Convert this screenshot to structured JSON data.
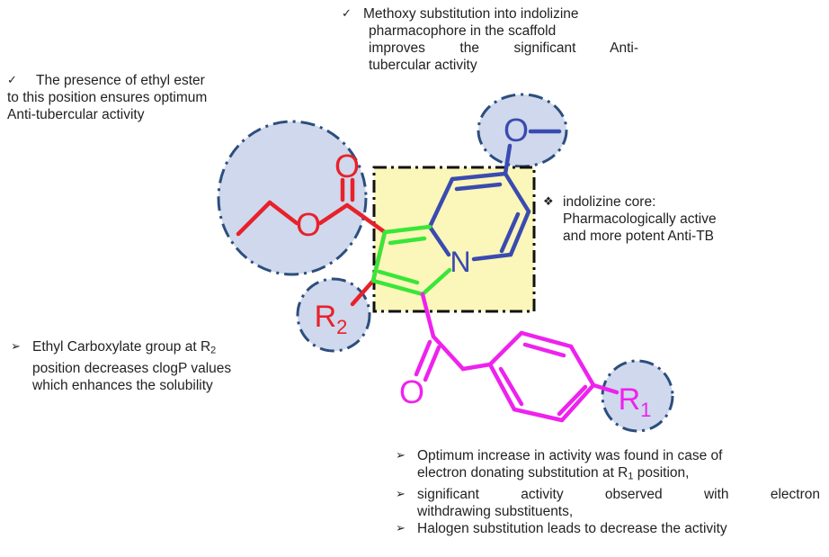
{
  "notes": {
    "methoxy": {
      "bullet_icon": "check-mark-icon",
      "line1": "Methoxy substitution into indolizine",
      "line2": "pharmacophore in the scaffold",
      "line3": "improves the significant Anti-",
      "line4": "tubercular activity"
    },
    "ester": {
      "bullet_icon": "check-mark-icon",
      "line1": "The presence of ethyl ester",
      "line2": "to this position ensures optimum",
      "line3": "Anti-tubercular activity"
    },
    "core": {
      "bullet_icon": "diamond-bullet-icon",
      "line1": "indolizine core:",
      "line2": "Pharmacologically active",
      "line3": "and more potent Anti-TB"
    },
    "r2": {
      "bullet_icon": "arrowhead-bullet-icon",
      "line1_prefix": "Ethyl Carboxylate group at R",
      "line1_sub": "2",
      "line2": "position decreases clogP values",
      "line3": "which enhances the solubility"
    },
    "r1": {
      "bullet_icon": "arrowhead-bullet-icon",
      "item1_line1": "Optimum increase in activity was found in case of",
      "item1_line2_prefix": "electron donating substitution at R",
      "item1_line2_sub": "1",
      "item1_line2_suffix": " position,",
      "item2_line1": "significant activity observed with electron",
      "item2_line2": "withdrawing substituents,",
      "item3": "Halogen substitution leads to decrease the activity"
    }
  },
  "structure": {
    "atom_O_carbonyl": "O",
    "atom_O_ester": "O",
    "atom_O_methoxy": "O",
    "atom_N": "N",
    "atom_O_ketone": "O",
    "r2_label": "R",
    "r2_sub": "2",
    "r1_label": "R",
    "r1_sub": "1"
  },
  "colors": {
    "ester": "#e8212a",
    "pyridine": "#3a4bb0",
    "pyrrole": "#39e639",
    "benzoyl": "#ee22ee",
    "highlight_circle": "#cfd8ec",
    "circle_border": "#2c4e7e",
    "core_box": "#fbf6b9"
  }
}
